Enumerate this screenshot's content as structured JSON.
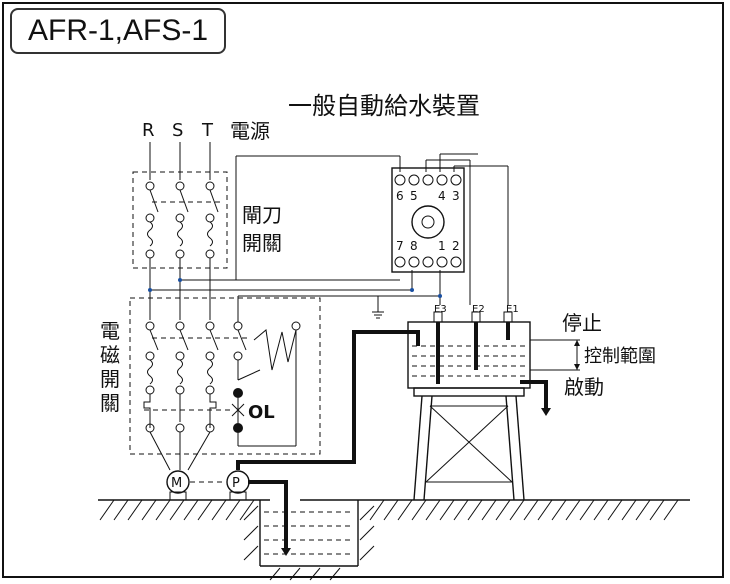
{
  "title": "AFR-1,AFS-1",
  "diagram_title": "一般自動給水裝置",
  "power": {
    "phases": [
      "R",
      "S",
      "T"
    ],
    "label": "電源"
  },
  "knife_switch": {
    "line1": "閘刀",
    "line2": "開關"
  },
  "magnetic_switch": {
    "line1": "電",
    "line2": "磁",
    "line3": "開",
    "line4": "關"
  },
  "overload": "OL",
  "relay_terminals": {
    "top": [
      "6",
      "5",
      "4",
      "3"
    ],
    "bottom": [
      "7",
      "8",
      "1",
      "2"
    ]
  },
  "electrodes": [
    "E3",
    "E2",
    "E1"
  ],
  "tank_labels": {
    "stop": "停止",
    "control_range": "控制範圍",
    "start": "啟動"
  },
  "motor": "M",
  "pump": "P"
}
